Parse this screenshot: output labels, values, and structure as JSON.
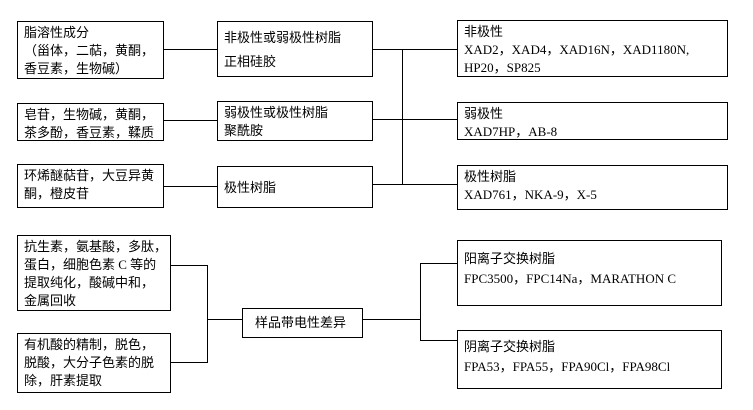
{
  "colors": {
    "background": "#ffffff",
    "border": "#000000",
    "text": "#000000"
  },
  "boxes": {
    "lipid_soluble": {
      "lines": [
        "脂溶性成分",
        "（甾体，二萜，黄酮，",
        "香豆素，生物碱）"
      ]
    },
    "saponins": {
      "lines": [
        "皂苷，生物碱，黄酮，",
        "茶多酚，香豆素，鞣质"
      ]
    },
    "iridoids": {
      "lines": [
        "环烯醚萜苷，大豆异黄",
        "酮，橙皮苷"
      ]
    },
    "antibiotics": {
      "lines": [
        "抗生素，氨基酸，多肽，",
        "蛋白，细胞色素 C 等的",
        "提取纯化，酸碱中和，",
        "金属回收"
      ]
    },
    "organic_acids": {
      "lines": [
        "有机酸的精制，脱色，",
        "脱酸，大分子色素的脱",
        "除，肝素提取"
      ]
    },
    "nonpolar_or_weak": {
      "lines": [
        "非极性或弱极性树脂",
        "正相硅胶"
      ]
    },
    "weak_or_polar": {
      "lines": [
        "弱极性或极性树脂",
        "聚酰胺"
      ]
    },
    "polar_resin": {
      "lines": [
        "极性树脂"
      ]
    },
    "charge_difference": {
      "lines": [
        "样品带电性差异"
      ]
    },
    "nonpolar_list": {
      "lines": [
        "非极性",
        "XAD2，XAD4，XAD16N，XAD1180N,",
        "HP20，SP825"
      ]
    },
    "weak_polar_list": {
      "lines": [
        "弱极性",
        "XAD7HP，AB-8"
      ]
    },
    "polar_list": {
      "lines": [
        "极性树脂",
        "XAD761，NKA-9，X-5"
      ]
    },
    "cation_list": {
      "lines": [
        "阳离子交换树脂",
        "FPC3500，FPC14Na，MARATHON C"
      ]
    },
    "anion_list": {
      "lines": [
        "阴离子交换树脂",
        "FPA53，FPA55，FPA90Cl，FPA98Cl"
      ]
    }
  },
  "edges": [
    {
      "from": "lipid_soluble",
      "to": "nonpolar_or_weak"
    },
    {
      "from": "saponins",
      "to": "weak_or_polar"
    },
    {
      "from": "iridoids",
      "to": "polar_resin"
    },
    {
      "from": "nonpolar_or_weak",
      "to": "nonpolar_list"
    },
    {
      "from": "weak_or_polar",
      "to": "weak_polar_list"
    },
    {
      "from": "polar_resin",
      "to": "polar_list"
    },
    {
      "from": "antibiotics",
      "to": "charge_difference"
    },
    {
      "from": "organic_acids",
      "to": "charge_difference"
    },
    {
      "from": "charge_difference",
      "to": "cation_list"
    },
    {
      "from": "charge_difference",
      "to": "anion_list"
    }
  ]
}
